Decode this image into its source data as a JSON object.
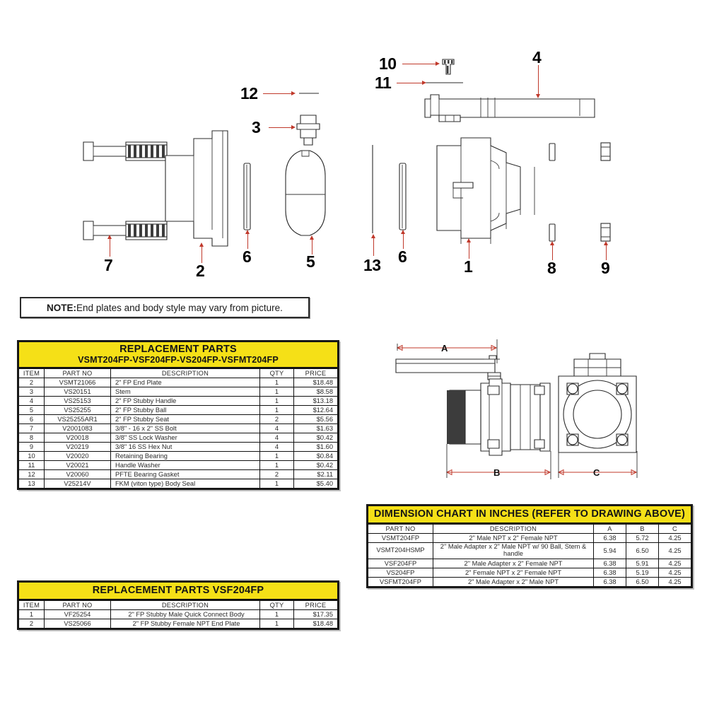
{
  "note": {
    "prefix": "NOTE:",
    "text": " End plates and body style may vary from picture."
  },
  "exploded_view": {
    "name": "exploded-parts-diagram",
    "callouts": [
      {
        "id": "12",
        "label": "12"
      },
      {
        "id": "3",
        "label": "3"
      },
      {
        "id": "10",
        "label": "10"
      },
      {
        "id": "11",
        "label": "11"
      },
      {
        "id": "4",
        "label": "4"
      },
      {
        "id": "7",
        "label": "7"
      },
      {
        "id": "2",
        "label": "2"
      },
      {
        "id": "6a",
        "label": "6"
      },
      {
        "id": "5",
        "label": "5"
      },
      {
        "id": "13",
        "label": "13"
      },
      {
        "id": "6b",
        "label": "6"
      },
      {
        "id": "1",
        "label": "1"
      },
      {
        "id": "8",
        "label": "8"
      },
      {
        "id": "9",
        "label": "9"
      }
    ]
  },
  "dimension_drawing": {
    "name": "dimension-reference-drawing",
    "labels": [
      "A",
      "B",
      "C"
    ]
  },
  "parts_table_main": {
    "title_line1": "REPLACEMENT PARTS",
    "title_line2": "VSMT204FP-VSF204FP-VS204FP-VSFMT204FP",
    "columns": [
      "ITEM",
      "PART NO",
      "DESCRIPTION",
      "QTY",
      "PRICE"
    ],
    "rows": [
      {
        "item": "2",
        "part_no": "VSMT21066",
        "description": "2\" FP End Plate",
        "qty": "1",
        "price": "$18.48"
      },
      {
        "item": "3",
        "part_no": "VS20151",
        "description": "Stem",
        "qty": "1",
        "price": "$8.58"
      },
      {
        "item": "4",
        "part_no": "VS25153",
        "description": "2\" FP Stubby Handle",
        "qty": "1",
        "price": "$13.18"
      },
      {
        "item": "5",
        "part_no": "VS25255",
        "description": "2\" FP Stubby Ball",
        "qty": "1",
        "price": "$12.64"
      },
      {
        "item": "6",
        "part_no": "VS25255AR1",
        "description": "2\" FP Stubby Seat",
        "qty": "2",
        "price": "$5.56"
      },
      {
        "item": "7",
        "part_no": "V2001083",
        "description": "3/8\" - 16 x 2\" SS Bolt",
        "qty": "4",
        "price": "$1.63"
      },
      {
        "item": "8",
        "part_no": "V20018",
        "description": "3/8\" SS Lock Washer",
        "qty": "4",
        "price": "$0.42"
      },
      {
        "item": "9",
        "part_no": "V20219",
        "description": "3/8\" 16 SS Hex Nut",
        "qty": "4",
        "price": "$1.60"
      },
      {
        "item": "10",
        "part_no": "V20020",
        "description": "Retaining Bearing",
        "qty": "1",
        "price": "$0.84"
      },
      {
        "item": "11",
        "part_no": "V20021",
        "description": "Handle Washer",
        "qty": "1",
        "price": "$0.42"
      },
      {
        "item": "12",
        "part_no": "V20060",
        "description": "PFTE Bearing Gasket",
        "qty": "2",
        "price": "$2.11"
      },
      {
        "item": "13",
        "part_no": "V25214V",
        "description": "FKM (viton type) Body Seal",
        "qty": "1",
        "price": "$5.40"
      }
    ]
  },
  "parts_table_vsf": {
    "title_line1": "REPLACEMENT PARTS VSF204FP",
    "columns": [
      "ITEM",
      "PART NO",
      "DESCRIPTION",
      "QTY",
      "PRICE"
    ],
    "rows": [
      {
        "item": "1",
        "part_no": "VF25254",
        "description": "2\" FP Stubby Male Quick Connect Body",
        "qty": "1",
        "price": "$17.35"
      },
      {
        "item": "2",
        "part_no": "VS25066",
        "description": "2\" FP Stubby Female NPT End Plate",
        "qty": "1",
        "price": "$18.48"
      }
    ]
  },
  "dimension_chart": {
    "title": "DIMENSION CHART IN INCHES (REFER TO DRAWING ABOVE)",
    "columns": [
      "PART NO",
      "DESCRIPTION",
      "A",
      "B",
      "C"
    ],
    "rows": [
      {
        "part_no": "VSMT204FP",
        "description": "2\" Male NPT x 2\" Female NPT",
        "a": "6.38",
        "b": "5.72",
        "c": "4.25"
      },
      {
        "part_no": "VSMT204HSMP",
        "description": "2\" Male Adapter x 2\" Male NPT\nw/ 90 Ball, Stem & handle",
        "a": "5.94",
        "b": "6.50",
        "c": "4.25"
      },
      {
        "part_no": "VSF204FP",
        "description": "2\" Male Adapter x 2\" Female NPT",
        "a": "6.38",
        "b": "5.91",
        "c": "4.25"
      },
      {
        "part_no": "VS204FP",
        "description": "2\" Female NPT x 2\" Female NPT",
        "a": "6.38",
        "b": "5.19",
        "c": "4.25"
      },
      {
        "part_no": "VSFMT204FP",
        "description": "2\" Male Adapter x 2\" Male NPT",
        "a": "6.38",
        "b": "6.50",
        "c": "4.25"
      }
    ]
  },
  "colors": {
    "title_yellow": "#f5e017",
    "leader_red": "#c0392b",
    "line_dark": "#2b2b2b"
  }
}
